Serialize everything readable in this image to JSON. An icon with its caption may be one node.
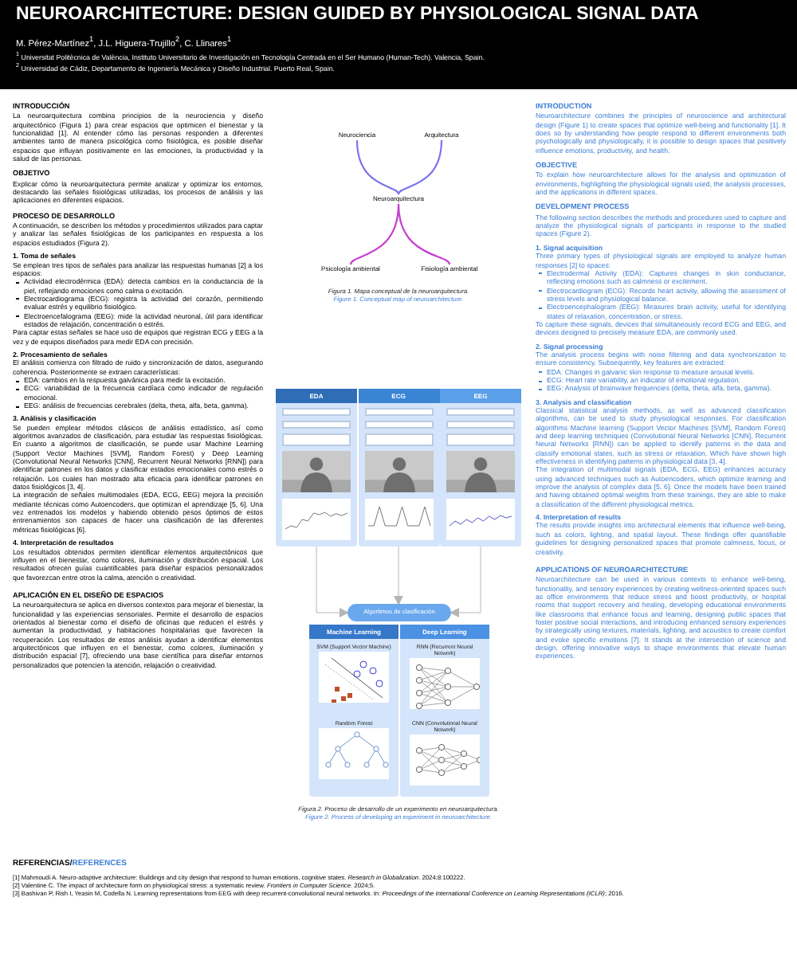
{
  "diagram": {
    "title": "NEUROARCHITECTURE: DESIGN GUIDED BY PHYSIOLOGICAL SIGNAL DATA",
    "nodes": [
      {
        "text": [
          "Neurociencia"
        ]
      },
      {
        "text": [
          "Arquitectura"
        ]
      },
      {
        "text": [
          "Neuroarquitectura"
        ]
      },
      {
        "text": [
          "Psicología ambiental"
        ]
      },
      {
        "text": [
          "Fisiología ambiental"
        ]
      },
      {
        "text": [
          "EDA"
        ]
      },
      {
        "text": [
          "ECG"
        ]
      },
      {
        "text": [
          "EEG"
        ]
      },
      {
        "text": [],
        "shape": "box",
        "in": 5
      },
      {
        "text": [],
        "shape": "box",
        "in": 5
      },
      {
        "text": [],
        "shape": "box",
        "in": 5
      },
      {
        "text": [],
        "shape": "box",
        "in": 6
      },
      {
        "text": [],
        "shape": "box",
        "in": 6
      },
      {
        "text": [],
        "shape": "box",
        "in": 6
      },
      {
        "text": [],
        "shape": "box",
        "in": 7
      },
      {
        "text": [],
        "shape": "box",
        "in": 7
      },
      {
        "text": [],
        "shape": "box",
        "in": 7
      },
      {
        "text": [],
        "shape": "picture",
        "in": 5
      },
      {
        "text": [],
        "shape": "picture",
        "in": 6
      },
      {
        "text": [],
        "shape": "picture",
        "in": 7
      },
      {
        "text": [],
        "shape": "picture",
        "in": 5
      },
      {
        "text": [],
        "shape": "picture",
        "in": 6
      },
      {
        "text": [],
        "shape": "picture",
        "in": 7
      },
      {
        "text": [
          "Algoritmos de clasificación"
        ]
      },
      {
        "text": [
          "Machine Learning"
        ]
      },
      {
        "text": [
          "Deep Learning"
        ]
      },
      {
        "text": [
          "SVM (Support Vector Machine)"
        ],
        "in": 24
      },
      {
        "text": [
          "Random Forest"
        ],
        "in": 24
      },
      {
        "text": [
          "RNN (Recurrent Neural Network)"
        ],
        "in": 25
      },
      {
        "text": [
          "CNN (Convolutional Neural Network)"
        ],
        "in": 25
      }
    ],
    "edges": [
      {
        "from": 0,
        "to": 2,
        "arrow": "none",
        "color": "#7b72ee"
      },
      {
        "from": 1,
        "to": 2,
        "arrow": "none",
        "color": "#7b72ee"
      },
      {
        "from": 2,
        "to": 3,
        "arrow": "none",
        "color": "#c83fd2"
      },
      {
        "from": 2,
        "to": 4,
        "arrow": "none",
        "color": "#c83fd2"
      },
      {
        "from": 5,
        "to": 23,
        "arrow": "to"
      },
      {
        "from": 6,
        "to": 23,
        "arrow": "to"
      },
      {
        "from": 7,
        "to": 23,
        "arrow": "to"
      }
    ],
    "labels": [
      "M. Pérez-Martínez$^{1}$, J.L. Higuera-Trujillo$^{2}$, C. Llinares$^{1}$",
      "$^{1}$ Universitat Politècnica de València, Instituto Universitario de Investigación en Tecnología Centrada en el Ser Humano (Human-Tech). Valencia, Spain.",
      "$^{2}$ Universidad de Cádiz, Departamento de Ingeniería Mecánica y Diseño Industrial. Puerto Real, Spain.",
      "INTRODUCCIÓN",
      "La neuroarquitectura combina principios de la neurociencia y diseño arquitectónico (Figura 1) para crear espacios que optimicen el bienestar y la funcionalidad [1]. Al entender cómo las personas responden a diferentes ambientes tanto de manera psicológica como fisiológica, es posible diseñar espacios que influyan positivamente en las emociones, la productividad y la salud de las personas.",
      "OBJETIVO",
      "Explicar cómo la neuroarquitectura permite analizar y optimizar los entornos, destacando las señales fisiológicas utilizadas, los procesos de análisis y las aplicaciones en diferentes espacios.",
      "PROCESO DE DESARROLLO",
      "A continuación, se describen los métodos y procedimientos utilizados para captar y analizar las señales fisiológicas de los participantes en respuesta a los espacios estudiados (Figura 2).",
      "1. Toma de señales",
      "Se emplean tres tipos de señales para analizar las respuestas humanas [2] a los espacios:",
      "Actividad electrodérmica (EDA): detecta cambios en la conductancia de la piel, reflejando emociones como calma o excitación.",
      "Electrocardiograma (ECG): registra la actividad del corazón, permitiendo evaluar estrés y equilibrio fisiológico.",
      "Electroencefalograma (EEG): mide la actividad neuronal, útil para identificar estados de relajación, concentración o estrés.",
      "Para captar estas señales se hace uso de equipos que registran ECG y EEG a la vez y de equipos diseñados para medir EDA con precisión.",
      "2. Procesamiento de señales",
      "El análisis comienza con filtrado de ruido y sincronización de datos, asegurando coherencia. Posteriormente se extraen características:",
      "EDA: cambios en la respuesta galvánica para medir la excitación.",
      "ECG: variabilidad de la frecuencia cardíaca como indicador de regulación emocional.",
      "EEG: análisis de frecuencias cerebrales (delta, theta, alfa, beta, gamma).",
      "3. Análisis y clasificación",
      "Se pueden emplear métodos clásicos de análisis estadístico, así como algoritmos avanzados de clasificación, para estudiar las respuestas fisiológicas. En cuanto a algoritmos de clasificación, se puede usar Machine Learning (Support Vector Machines [SVM], Random Forest) y Deep Learning (Convolutional Neural Networks [CNN], Recurrent Neural Networks [RNN]) para identificar patrones en los datos y clasificar estados emocionales como estrés o relajación. Los cuales han mostrado alta eficacia para identificar patrones en datos fisiológicos [3, 4].",
      "La integración de señales multimodales (EDA, ECG, EEG) mejora la precisión mediante técnicas como Autoencoders, que optimizan el aprendizaje [5, 6]. Una vez entrenados los modelos y habiendo obtenido pesos óptimos de estos entrenamientos son capaces de hacer una clasificación de las diferentes métricas fisiológicas [6].",
      "4. Interpretación de resultados",
      "Los resultados obtenidos permiten identificar elementos arquitectónicos que influyen en el bienestar, como colores, iluminación y distribución espacial. Los resultados ofrecen guías cuantificables para diseñar espacios personalizados que favorezcan entre otros la calma, atención o creatividad.",
      "APLICACIÓN EN EL DISEÑO DE ESPACIOS",
      "La neuroarquitectura se aplica en diversos contextos para mejorar el bienestar, la funcionalidad y las experiencias sensoriales. Permite el desarrollo de espacios orientados al bienestar como el diseño de oficinas que reducen el estrés y aumentan la productividad, y habitaciones hospitalarias que favorecen la recuperación. Los resultados de estos análisis ayudan a identificar elementos arquitectónicos que influyen en el bienestar, como colores, iluminación y distribución espacial [7], ofreciendo una base científica para diseñar entornos personalizados que potencien la atención, relajación o creatividad.",
      "INTRODUCTION",
      "Neuroarchitecture combines the principles of neuroscience and architectural design (Figure 1) to create spaces that optimize well-being and functionality [1]. It does so by understanding how people respond to different environments both psychologically and physiologically, it is possible to design spaces that positively influence emotions, productivity, and health.",
      "OBJECTIVE",
      "To explain how neuroarchitecture allows for the analysis and optimization of environments, highlighting the physiological signals used, the analysis processes, and the applications in different spaces.",
      "DEVELOPMENT PROCESS",
      "The following section describes the methods and procedures used to capture and analyze the physiological signals of participants in response to the studied spaces (Figure 2).",
      "1. Signal acquisition",
      "Three primary types of physiological signals are employed to analyze human responses [2] to spaces:",
      "Electrodermal Activity (EDA): Captures changes in skin conductance, reflecting emotions such as calmness or excitement.",
      "Electrocardiogram (ECG): Records heart activity, allowing the assessment of stress levels and physiological balance.",
      "Electroencephalogram (EEG): Measures brain activity, useful for identifying states of relaxation, concentration, or stress.",
      "To capture these signals, devices that simultaneously record ECG and EEG, and devices designed to precisely measure EDA, are commonly used.",
      "2. Signal processing",
      "The analysis process begins with noise filtering and data synchronization to ensure consistency. Subsequently, key features are extracted:",
      "EDA: Changes in galvanic skin response to measure arousal levels.",
      "ECG: Heart rate variability, an indicator of emotional regulation.",
      "EEG: Analysis of brainwave frequencies (delta, theta, alfa, beta, gamma).",
      "3. Analysis and classification",
      "Classical statistical analysis methods, as well as advanced classification algorithms, can be used to study physiological responses. For classification algorithms Machine learning (Support Vector Machines [SVM], Random Forest) and deep learning techniques (Convolutional Neural Networks [CNN], Recurrent Neural Networks [RNN]) can be applied to identify patterns in the data and classify emotional states, such as stress or relaxation. Which have shown high effectiveness in identifying patterns in physiological data [3, 4].",
      "The integration of multimodal signals (EDA, ECG, EEG) enhances accuracy using advanced techniques such as Autoencoders, which optimize learning and improve the analysis of complex data [5, 6]. Once the models have been trained and having obtained optimal weights from these trainings, they are able to make a classification of the different physiological metrics.",
      "4. Interpretation of results",
      "The results provide insights into architectural elements that influence well-being, such as colors, lighting, and spatial layout. These findings offer quantifiable guidelines for designing personalized spaces that promote calmness, focus, or creativity.",
      "APPLICATIONS OF NEUROARCHITECTURE",
      "Neuroarchitecture can be used in various contexts to enhance well-being, functionality, and sensory experiences by creating wellness-oriented spaces such as office environments that reduce stress and boost productivity, or hospital rooms that support recovery and healing, developing educational environments like classrooms that enhance focus and learning, designing public spaces that foster positive social interactions, and introducing enhanced sensory experiences by strategically using textures, materials, lighting, and acoustics to create comfort and evoke specific emotions [7]. It stands at the intersection of science and design, offering innovative ways to shape environments that elevate human experiences.",
      "Figura 1. Mapa conceptual de la neuroarquitectura.",
      "Figure 1. Conceptual map of neuroarchitecture.",
      "Figura 2. Proceso de desarrollo de un experimento en neuroarquitectura.",
      "Figure 2. Process of developing an experiment in neuroarchitecture.",
      "REFERENCIAS/",
      "REFERENCES",
      "[1] Mahmoudi A. Neuro-adaptive architecture: Buildings and city design that respond to human emotions, cognitive states. *Research in Globalization*. 2024;8:100222.",
      "[2] Valentine C. The impact of architecture form on physiological stress: a systematic review. *Frontiers in Computer Science*. 2024;5.",
      "[3] Bashivan P, Rish I, Yeasin M, Codella N. Learning representations from EEG with deep recurrent-convolutional neural networks. In: *Proceedings of the International Conference on Learning Representations (ICLR)*; 2016."
    ]
  }
}
